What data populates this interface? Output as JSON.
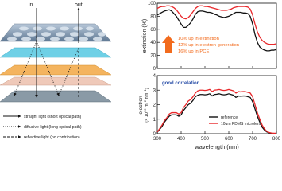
{
  "diagram": {
    "in_label": "in",
    "out_label": "out",
    "legend": [
      {
        "style": "solid",
        "text": "straight light (short optical path)"
      },
      {
        "style": "dotted",
        "text": "diffusive light (long optical path)"
      },
      {
        "style": "dashed",
        "text": "reflective light (no contribution)"
      }
    ]
  },
  "annotations": {
    "extinction_lines": [
      "10% up in extinction",
      "12% up in electron generation",
      "16% up in PCE"
    ],
    "correlation": "good correlation",
    "arrow_color": "#f26b1d",
    "annotation_color": "#f26b1d",
    "correlation_color": "#2a4fa8"
  },
  "chart_data": [
    {
      "type": "line",
      "ylabel": "extinction (%)",
      "xlim": [
        300,
        800
      ],
      "ylim": [
        0,
        100
      ],
      "yticks": [
        "0",
        "20",
        "40",
        "60",
        "80",
        "100"
      ],
      "series": [
        {
          "name": "reference",
          "color": "#111111",
          "x": [
            300,
            310,
            320,
            330,
            340,
            350,
            360,
            370,
            380,
            390,
            400,
            410,
            420,
            430,
            440,
            450,
            460,
            470,
            480,
            490,
            500,
            510,
            520,
            530,
            540,
            550,
            560,
            570,
            580,
            590,
            600,
            610,
            620,
            630,
            640,
            650,
            660,
            670,
            680,
            690,
            700,
            710,
            720,
            730,
            740,
            750,
            760,
            770,
            780,
            790,
            800
          ],
          "y": [
            82,
            84,
            86,
            88,
            89,
            90,
            88,
            84,
            80,
            74,
            68,
            63,
            63,
            66,
            70,
            76,
            83,
            87,
            88,
            88,
            87,
            86,
            86,
            85,
            83,
            82,
            80,
            79,
            78,
            79,
            80,
            82,
            84,
            86,
            86,
            86,
            85,
            85,
            84,
            80,
            68,
            52,
            40,
            33,
            30,
            28,
            27,
            27,
            28,
            28,
            29
          ]
        },
        {
          "name": "10um PDMS microlens",
          "color": "#e8272a",
          "x": [
            300,
            310,
            320,
            330,
            340,
            350,
            360,
            370,
            380,
            390,
            400,
            410,
            420,
            430,
            440,
            450,
            460,
            470,
            480,
            490,
            500,
            510,
            520,
            530,
            540,
            550,
            560,
            570,
            580,
            590,
            600,
            610,
            620,
            630,
            640,
            650,
            660,
            670,
            680,
            690,
            700,
            710,
            720,
            730,
            740,
            750,
            760,
            770,
            780,
            790,
            800
          ],
          "y": [
            92,
            94,
            95,
            95,
            96,
            96,
            95,
            93,
            90,
            85,
            80,
            77,
            76,
            78,
            82,
            87,
            92,
            95,
            96,
            96,
            95,
            95,
            94,
            93,
            92,
            91,
            90,
            89,
            89,
            89,
            90,
            91,
            93,
            94,
            95,
            95,
            95,
            95,
            94,
            91,
            82,
            68,
            56,
            48,
            43,
            40,
            38,
            37,
            37,
            37,
            38
          ]
        }
      ]
    },
    {
      "type": "line",
      "ylabel": "electron",
      "ylabel2": "(× 10",
      "ylabel2_sup": "16",
      "ylabel2_rest": " m",
      "ylabel2_sup2": "−2",
      "ylabel2_rest2": " nm",
      "ylabel2_sup3": "−1",
      "ylabel2_end": ")",
      "xlabel": "wavelength (nm)",
      "xlim": [
        300,
        800
      ],
      "ylim": [
        0,
        4
      ],
      "yticks": [
        "0",
        "1",
        "2",
        "3",
        "4"
      ],
      "xticks": [
        "300",
        "400",
        "500",
        "600",
        "700",
        "800"
      ],
      "legend_position": "bottom-right",
      "series": [
        {
          "name": "reference",
          "color": "#111111",
          "x": [
            300,
            310,
            320,
            330,
            340,
            350,
            360,
            370,
            380,
            390,
            400,
            410,
            420,
            430,
            440,
            450,
            460,
            470,
            480,
            490,
            500,
            510,
            520,
            530,
            540,
            550,
            560,
            570,
            580,
            590,
            600,
            610,
            620,
            630,
            640,
            650,
            660,
            670,
            680,
            690,
            700,
            710,
            720,
            730,
            740,
            750,
            760,
            770,
            780,
            790,
            800
          ],
          "y": [
            0.1,
            0.3,
            0.5,
            0.8,
            1.0,
            1.2,
            1.3,
            1.3,
            1.3,
            1.2,
            1.3,
            1.6,
            1.8,
            2.0,
            2.1,
            2.3,
            2.55,
            2.65,
            2.7,
            2.7,
            2.68,
            2.7,
            2.75,
            2.6,
            2.7,
            2.72,
            2.75,
            2.7,
            2.68,
            2.7,
            2.75,
            2.7,
            2.65,
            2.5,
            2.6,
            2.58,
            2.6,
            2.6,
            2.55,
            2.5,
            2.2,
            1.7,
            1.2,
            0.8,
            0.45,
            0.25,
            0.12,
            0.06,
            0.03,
            0.02,
            0.02
          ]
        },
        {
          "name": "10um PDMS microlens",
          "color": "#e8272a",
          "x": [
            300,
            310,
            320,
            330,
            340,
            350,
            360,
            370,
            380,
            390,
            400,
            410,
            420,
            430,
            440,
            450,
            460,
            470,
            480,
            490,
            500,
            510,
            520,
            530,
            540,
            550,
            560,
            570,
            580,
            590,
            600,
            610,
            620,
            630,
            640,
            650,
            660,
            670,
            680,
            690,
            700,
            710,
            720,
            730,
            740,
            750,
            760,
            770,
            780,
            790,
            800
          ],
          "y": [
            0.12,
            0.35,
            0.6,
            0.9,
            1.1,
            1.35,
            1.45,
            1.45,
            1.45,
            1.35,
            1.45,
            1.8,
            2.0,
            2.25,
            2.35,
            2.55,
            2.8,
            2.95,
            3.0,
            3.0,
            2.98,
            3.0,
            3.05,
            2.9,
            3.0,
            3.02,
            3.05,
            3.0,
            2.98,
            3.0,
            3.05,
            3.0,
            2.95,
            2.8,
            2.9,
            2.88,
            2.9,
            2.9,
            2.85,
            2.8,
            2.55,
            2.0,
            1.45,
            1.0,
            0.6,
            0.33,
            0.16,
            0.08,
            0.04,
            0.03,
            0.03
          ]
        }
      ]
    }
  ]
}
